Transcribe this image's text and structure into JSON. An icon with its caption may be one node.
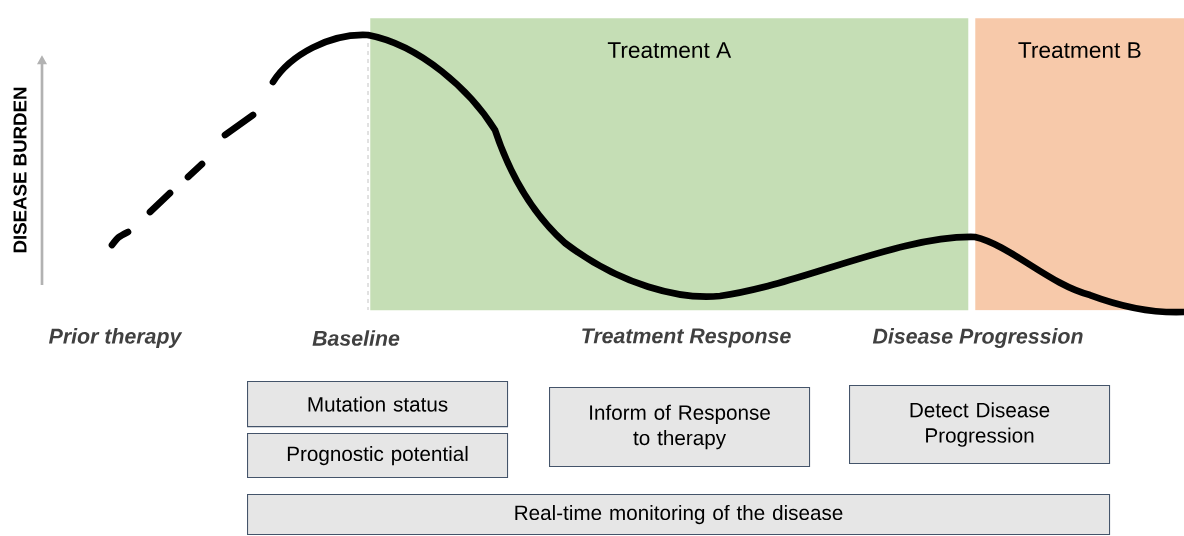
{
  "diagram": {
    "nodes": [
      {
        "text": [
          "Treatment A"
        ]
      },
      {
        "text": [
          "Treatment B"
        ]
      },
      {
        "text": [
          "Mutation status"
        ]
      },
      {
        "text": [
          "Prognostic potential"
        ]
      },
      {
        "text": [
          "Inform of Response to therapy"
        ]
      },
      {
        "text": [
          "Detect Disease Progression"
        ]
      },
      {
        "text": [
          "Real-time monitoring of the disease"
        ]
      }
    ],
    "labels": [
      "DISEASE BURDEN",
      "Prior therapy",
      "Baseline",
      "Treatment Response",
      "Disease Progression"
    ]
  }
}
